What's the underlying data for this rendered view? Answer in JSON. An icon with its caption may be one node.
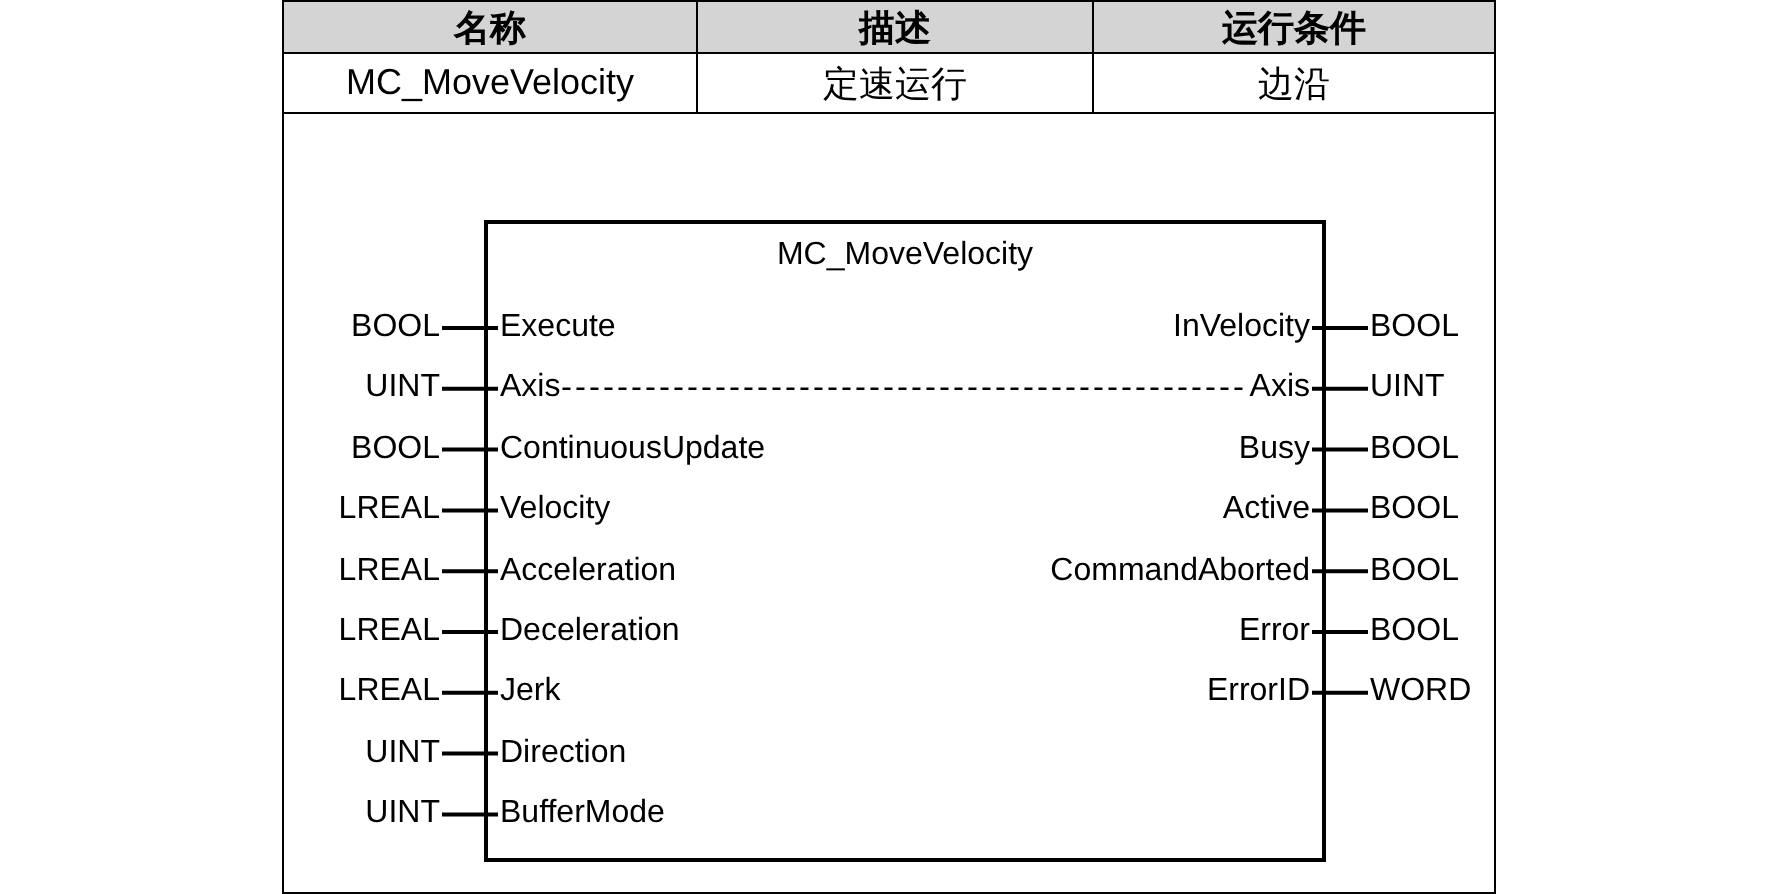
{
  "diagram": {
    "nodes": [
      {
        "text": [
          "MC_MoveVelocity"
        ]
      },
      {
        "text": [
          "Execute"
        ],
        "in": 0
      },
      {
        "text": [
          "Axis"
        ],
        "in": 0
      },
      {
        "text": [
          "ContinuousUpdate"
        ],
        "in": 0
      },
      {
        "text": [
          "Velocity"
        ],
        "in": 0
      },
      {
        "text": [
          "Acceleration"
        ],
        "in": 0
      },
      {
        "text": [
          "Deceleration"
        ],
        "in": 0
      },
      {
        "text": [
          "Jerk"
        ],
        "in": 0
      },
      {
        "text": [
          "Direction"
        ],
        "in": 0
      },
      {
        "text": [
          "BufferMode"
        ],
        "in": 0
      },
      {
        "text": [
          "InVelocity"
        ],
        "in": 0
      },
      {
        "text": [
          "Axis"
        ],
        "in": 0
      },
      {
        "text": [
          "Busy"
        ],
        "in": 0
      },
      {
        "text": [
          "Active"
        ],
        "in": 0
      },
      {
        "text": [
          "CommandAborted"
        ],
        "in": 0
      },
      {
        "text": [
          "Error"
        ],
        "in": 0
      },
      {
        "text": [
          "ErrorID"
        ],
        "in": 0
      },
      {
        "text": [
          "BOOL"
        ]
      },
      {
        "text": [
          "UINT"
        ]
      },
      {
        "text": [
          "BOOL"
        ]
      },
      {
        "text": [
          "LREAL"
        ]
      },
      {
        "text": [
          "LREAL"
        ]
      },
      {
        "text": [
          "LREAL"
        ]
      },
      {
        "text": [
          "LREAL"
        ]
      },
      {
        "text": [
          "UINT"
        ]
      },
      {
        "text": [
          "UINT"
        ]
      },
      {
        "text": [
          "BOOL"
        ]
      },
      {
        "text": [
          "UINT"
        ]
      },
      {
        "text": [
          "BOOL"
        ]
      },
      {
        "text": [
          "BOOL"
        ]
      },
      {
        "text": [
          "BOOL"
        ]
      },
      {
        "text": [
          "BOOL"
        ]
      },
      {
        "text": [
          "WORD"
        ]
      }
    ],
    "edges": [
      {
        "from": 17,
        "to": 1,
        "arrow": "none"
      },
      {
        "from": 18,
        "to": 2,
        "arrow": "none"
      },
      {
        "from": 19,
        "to": 3,
        "arrow": "none"
      },
      {
        "from": 20,
        "to": 4,
        "arrow": "none"
      },
      {
        "from": 21,
        "to": 5,
        "arrow": "none"
      },
      {
        "from": 22,
        "to": 6,
        "arrow": "none"
      },
      {
        "from": 23,
        "to": 7,
        "arrow": "none"
      },
      {
        "from": 24,
        "to": 8,
        "arrow": "none"
      },
      {
        "from": 25,
        "to": 9,
        "arrow": "none"
      },
      {
        "from": 10,
        "to": 26,
        "arrow": "none"
      },
      {
        "from": 11,
        "to": 27,
        "arrow": "none"
      },
      {
        "from": 12,
        "to": 28,
        "arrow": "none"
      },
      {
        "from": 13,
        "to": 29,
        "arrow": "none"
      },
      {
        "from": 14,
        "to": 30,
        "arrow": "none"
      },
      {
        "from": 15,
        "to": 31,
        "arrow": "none"
      },
      {
        "from": 16,
        "to": 32,
        "arrow": "none"
      },
      {
        "from": 2,
        "to": 11,
        "arrow": "none",
        "style": "dashed"
      }
    ],
    "labels": [
      "名称",
      "描述",
      "运行条件",
      "MC_MoveVelocity",
      "定速运行",
      "边沿"
    ]
  }
}
